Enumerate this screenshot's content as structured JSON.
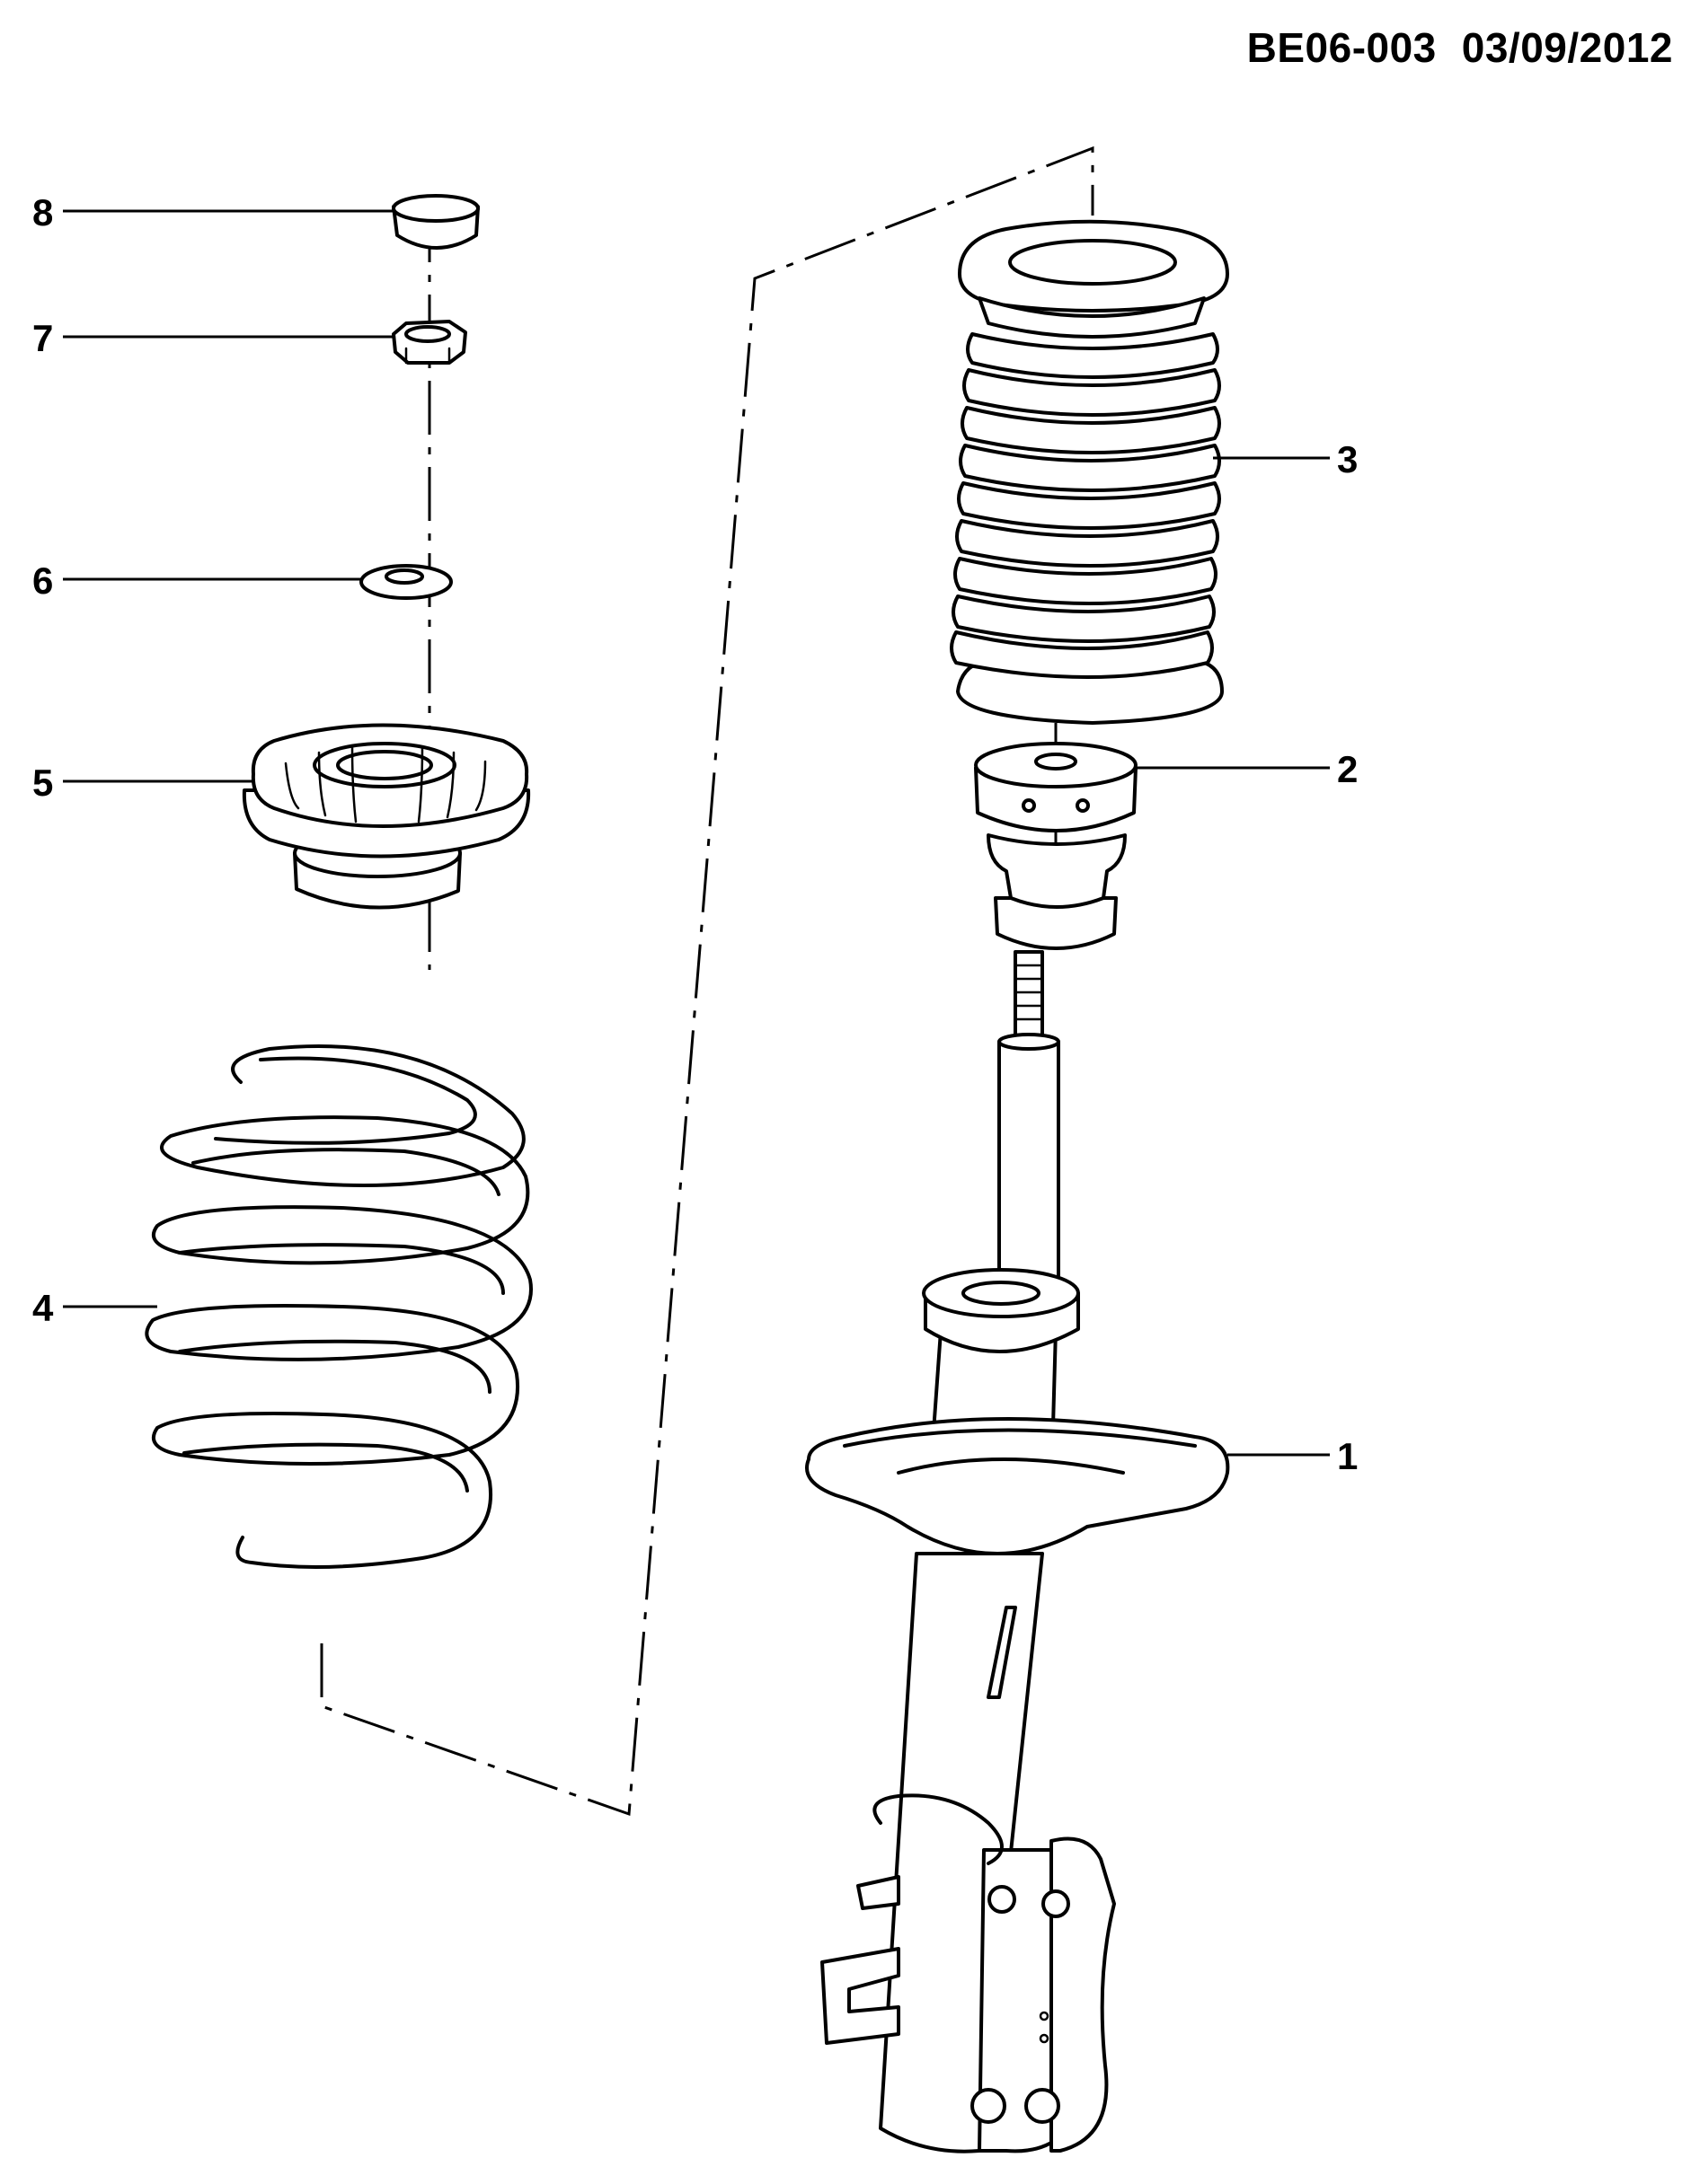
{
  "header": {
    "code": "BE06-003",
    "date": "03/09/2012"
  },
  "callouts": [
    {
      "num": "1"
    },
    {
      "num": "2"
    },
    {
      "num": "3"
    },
    {
      "num": "4"
    },
    {
      "num": "5"
    },
    {
      "num": "6"
    },
    {
      "num": "7"
    },
    {
      "num": "8"
    }
  ]
}
